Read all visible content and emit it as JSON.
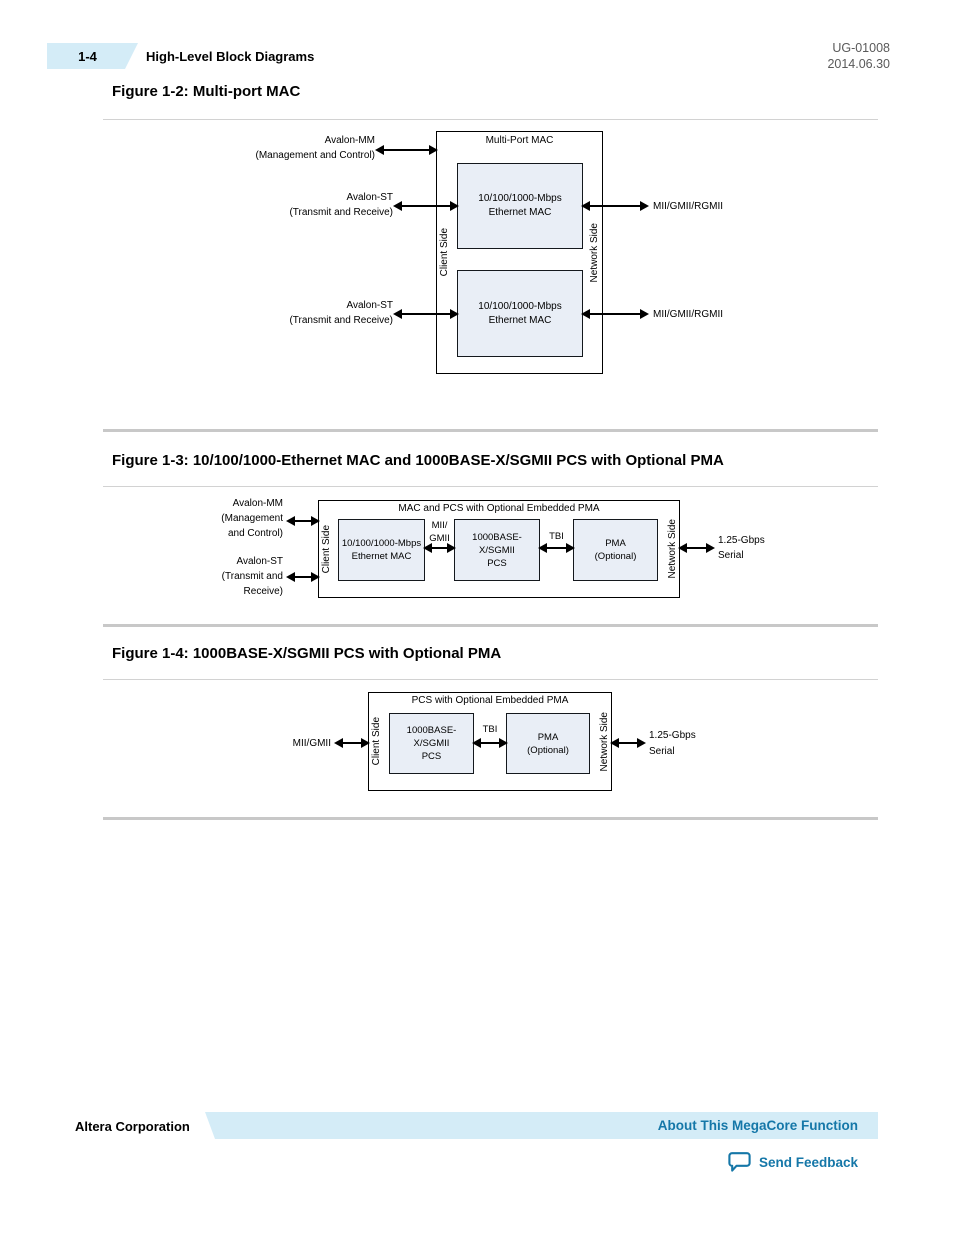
{
  "header": {
    "page_number": "1-4",
    "section_title": "High-Level Block Diagrams",
    "doc_id": "UG-01008",
    "doc_date": "2014.06.30"
  },
  "fig2": {
    "heading": "Figure 1-2: Multi-port MAC",
    "container_label": "Multi-Port MAC",
    "client_side_label": "Client Side",
    "network_side_label": "Network Side",
    "avalon_mm": [
      "Avalon-MM",
      "(Management and Control)"
    ],
    "avalon_st1": [
      "Avalon-ST",
      "(Transmit and Receive)"
    ],
    "avalon_st2": [
      "Avalon-ST",
      "(Transmit and Receive)"
    ],
    "mac_block": [
      "10/100/1000-Mbps",
      "Ethernet MAC"
    ],
    "mii_label_top": "MII/GMII/RGMII",
    "mii_label_bottom": "MII/GMII/RGMII"
  },
  "fig3": {
    "heading": "Figure 1-3: 10/100/1000-Ethernet MAC and 1000BASE-X/SGMII PCS with Optional PMA",
    "container_label": "MAC and PCS with Optional Embedded PMA",
    "client_side_label": "Client Side",
    "network_side_label": "Network Side",
    "avalon_mm": [
      "Avalon-MM",
      "(Management",
      "and Control)"
    ],
    "avalon_st": [
      "Avalon-ST",
      "(Transmit and",
      "Receive)"
    ],
    "mac_block": [
      "10/100/1000-Mbps",
      "Ethernet MAC"
    ],
    "mii_gmii": [
      "MII/",
      "GMII"
    ],
    "pcs_block": [
      "1000BASE-X/SGMII",
      "PCS"
    ],
    "tbi": "TBI",
    "pma_block": [
      "PMA",
      "(Optional)"
    ],
    "serial": [
      "1.25-Gbps",
      "Serial"
    ]
  },
  "fig4": {
    "heading": "Figure 1-4: 1000BASE-X/SGMII PCS with Optional PMA",
    "container_label": "PCS with Optional Embedded PMA",
    "client_side_label": "Client Side",
    "network_side_label": "Network Side",
    "mii_gmii": "MII/GMII",
    "pcs_block": [
      "1000BASE-X/SGMII",
      "PCS"
    ],
    "tbi": "TBI",
    "pma_block": [
      "PMA",
      "(Optional)"
    ],
    "serial": [
      "1.25-Gbps",
      "Serial"
    ]
  },
  "footer": {
    "company": "Altera Corporation",
    "section_link": "About This MegaCore Function",
    "feedback_link": "Send Feedback"
  },
  "colors": {
    "accent_blue": "#1577a8",
    "banner_blue": "#d4ecf7",
    "block_fill": "#e9eef6",
    "rule_gray": "#c8c8c8",
    "meta_gray": "#5a5a5a"
  }
}
